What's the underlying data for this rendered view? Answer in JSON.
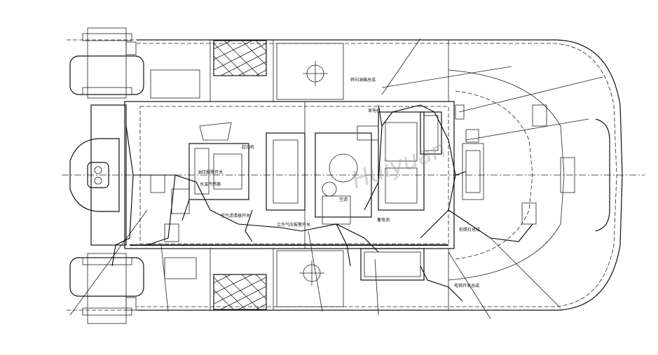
{
  "diagram": {
    "labels": [
      {
        "id": "l1",
        "text": "转向油箱总成"
      },
      {
        "id": "l2",
        "text": "发电机"
      },
      {
        "id": "l3",
        "text": "起动机"
      },
      {
        "id": "l4",
        "text": "油压报警开关"
      },
      {
        "id": "l5",
        "text": "水温传感器"
      },
      {
        "id": "l6",
        "text": "空气滤清器开关"
      },
      {
        "id": "l7",
        "text": "工作气压报警开关"
      },
      {
        "id": "l8",
        "text": "空滤"
      },
      {
        "id": "l9",
        "text": "蓄电池"
      },
      {
        "id": "l10",
        "text": "前照灯总成"
      },
      {
        "id": "l11",
        "text": "电锁开关总成"
      }
    ],
    "watermark": "Huiyuan"
  }
}
